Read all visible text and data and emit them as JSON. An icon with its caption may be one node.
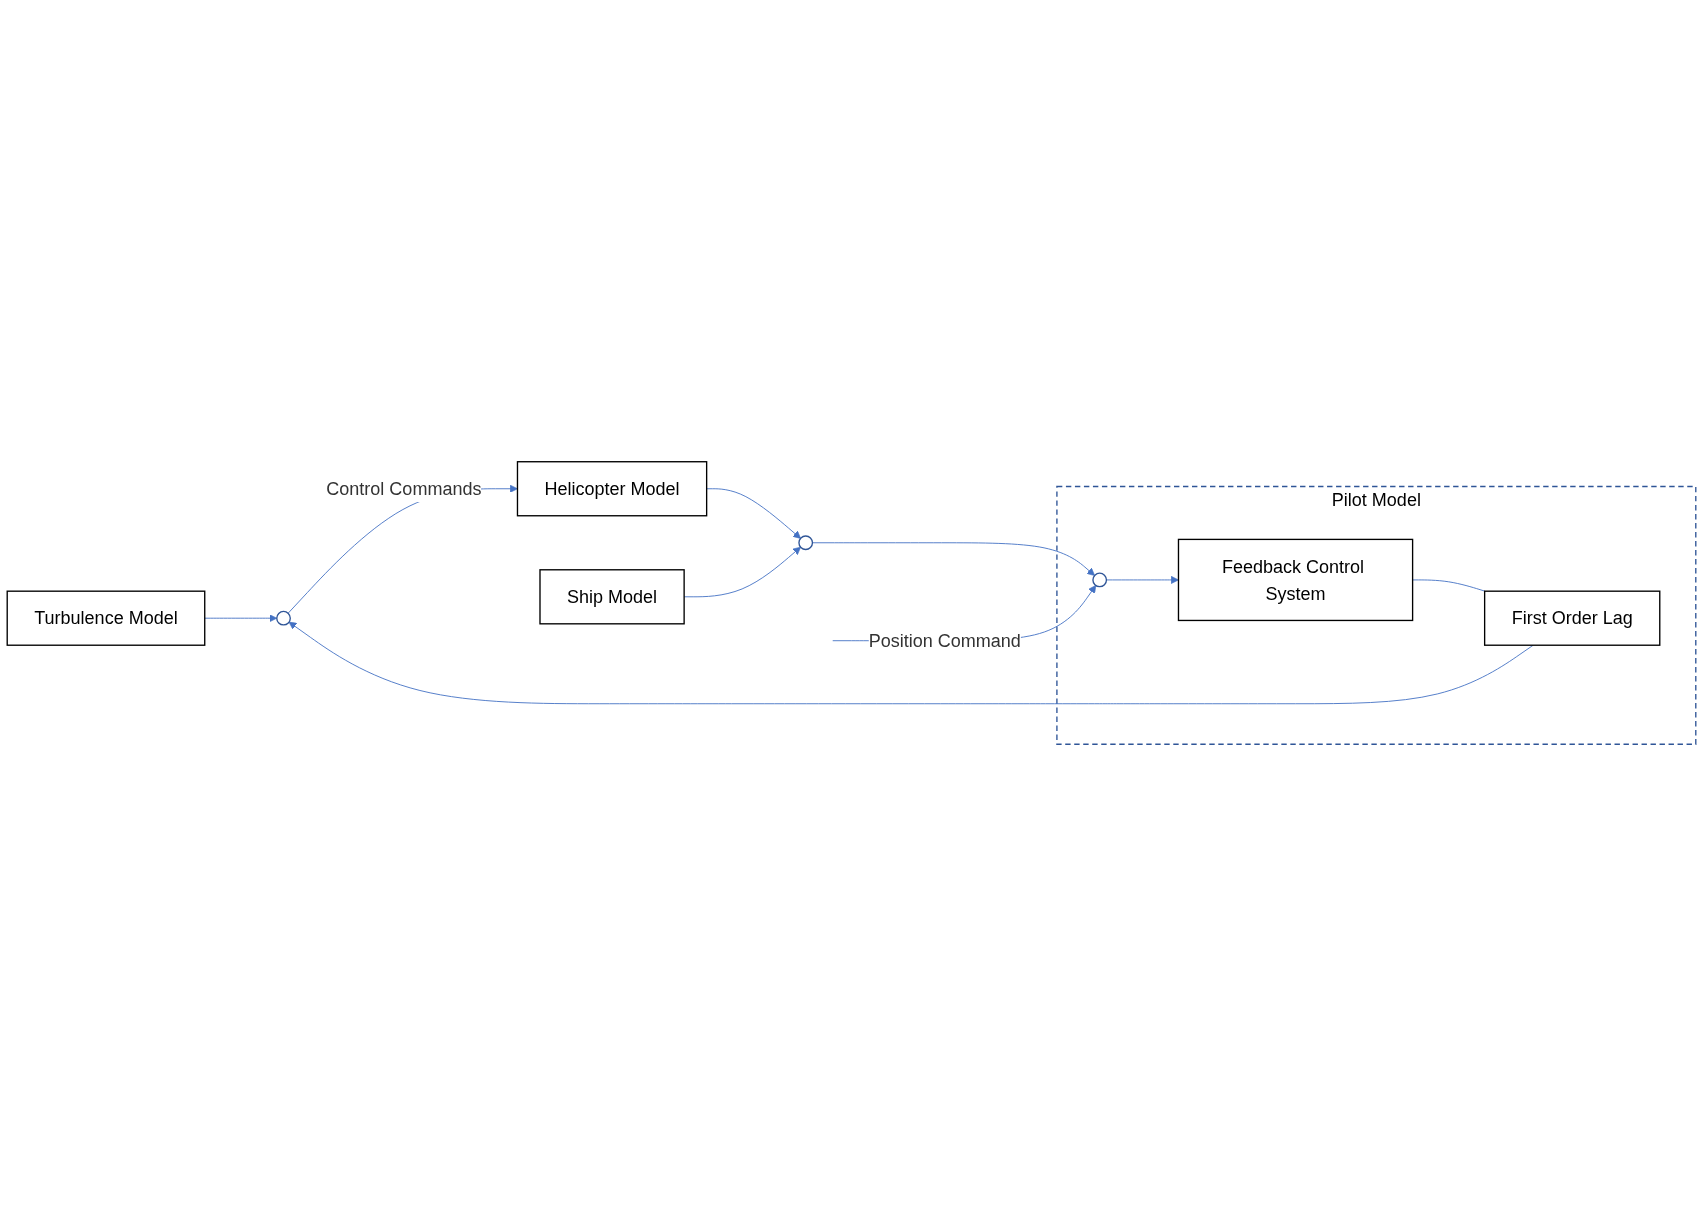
{
  "diagram": {
    "nodes": [
      {
        "text": [
          "Turbulence Model"
        ]
      },
      {
        "text": [],
        "shape": "circle"
      },
      {
        "text": [
          "Helicopter Model"
        ]
      },
      {
        "text": [],
        "shape": "circle"
      },
      {
        "text": [
          "Ship Model"
        ]
      },
      {
        "text": [
          "Pilot Model"
        ]
      },
      {
        "text": [
          "First Order Lag"
        ],
        "in": 5
      },
      {
        "text": [
          "Feedback Control System"
        ],
        "in": 5
      },
      {
        "text": [],
        "shape": "circle",
        "in": 5
      }
    ],
    "edges": [
      {
        "from": 0,
        "to": 1,
        "arrow": "to"
      },
      {
        "from": 1,
        "to": 2,
        "arrow": "to",
        "label": "Control Commands"
      },
      {
        "from": 2,
        "to": 3,
        "arrow": "to"
      },
      {
        "from": 4,
        "to": 3,
        "arrow": "to"
      },
      {
        "from": 3,
        "to": 8,
        "arrow": "to"
      },
      {
        "from": null,
        "to": 8,
        "arrow": "to",
        "label": "Position Command"
      },
      {
        "from": 8,
        "to": 7,
        "arrow": "to"
      },
      {
        "from": 7,
        "to": 6,
        "arrow": "none"
      },
      {
        "from": 6,
        "to": 1,
        "arrow": "to"
      }
    ]
  }
}
